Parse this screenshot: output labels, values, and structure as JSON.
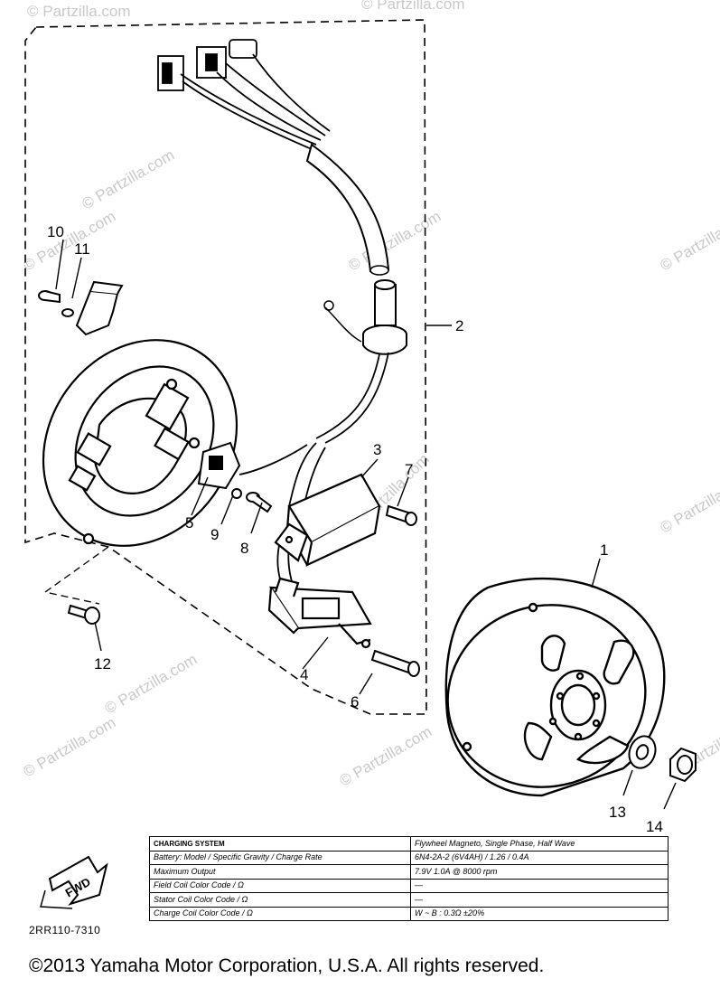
{
  "watermark": "© Partzilla.com",
  "callouts": [
    "1",
    "2",
    "3",
    "4",
    "5",
    "6",
    "7",
    "8",
    "9",
    "10",
    "11",
    "12",
    "13",
    "14"
  ],
  "fwd_label": "FWD",
  "diagram_code": "2RR110-7310",
  "copyright": "©2013  Yamaha Motor Corporation, U.S.A. All rights reserved.",
  "spec_table": {
    "rows": [
      [
        "CHARGING SYSTEM",
        "Flywheel Magneto, Single Phase, Half Wave"
      ],
      [
        "Battery: Model / Specific Gravity / Charge Rate",
        "6N4-2A-2 (6V4AH) / 1.26 / 0.4A"
      ],
      [
        "Maximum Output",
        "7.9V 1.0A @ 8000 rpm"
      ],
      [
        "Field Coil Color Code / Ω",
        "—"
      ],
      [
        "Stator Coil Color Code / Ω",
        "—"
      ],
      [
        "Charge Coil Color Code / Ω",
        "W ~ B : 0.3Ω ±20%"
      ]
    ]
  }
}
